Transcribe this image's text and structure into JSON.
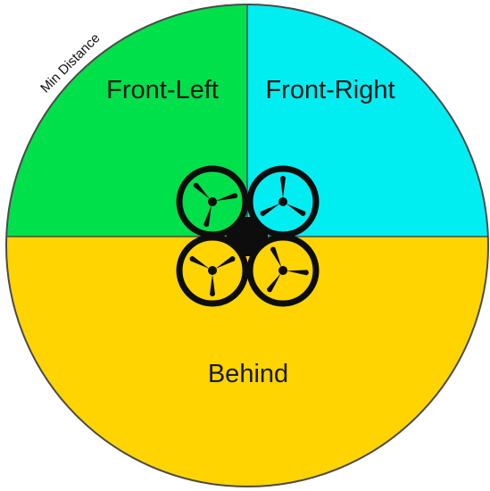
{
  "labels": {
    "front_left": "Front-Left",
    "front_right": "Front-Right",
    "behind": "Behind",
    "min_distance": "Min Distance"
  },
  "colors": {
    "front_left": "#00e04b",
    "front_right": "#00eef2",
    "behind": "#ffd400",
    "outline": "#4a4a4a",
    "drone": "#0d0d0d"
  },
  "icons": {
    "drone": "quadcopter-icon"
  }
}
